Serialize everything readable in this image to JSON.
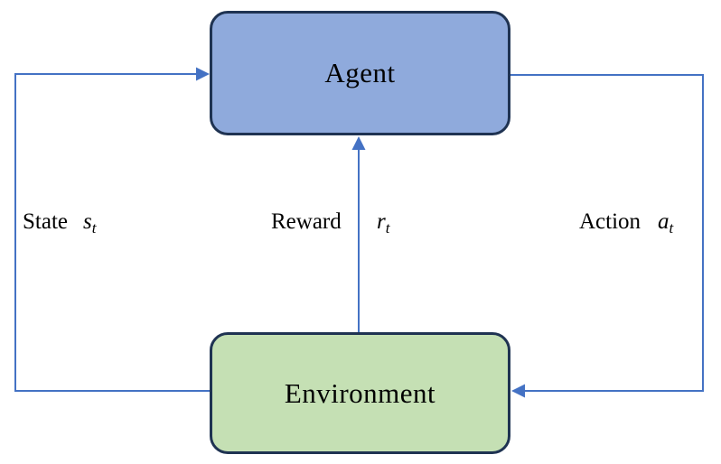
{
  "title": "Reinforcement learning loop diagram",
  "colors": {
    "background": "#FFFFFF",
    "agent_fill": "#8FAADC",
    "agent_border": "#1F3352",
    "environment_fill": "#C5E0B4",
    "environment_border": "#1F3352",
    "arrow": "#4472C4",
    "text": "#000000"
  },
  "boxes": {
    "agent": {
      "label": "Agent"
    },
    "environment": {
      "label": "Environment"
    }
  },
  "labels": {
    "state": {
      "word": "State",
      "symbol": "s",
      "subscript": "t"
    },
    "reward": {
      "word": "Reward",
      "symbol": "r",
      "subscript": "t"
    },
    "action": {
      "word": "Action",
      "symbol": "a",
      "subscript": "t"
    }
  },
  "arrows": [
    {
      "name": "state-arrow",
      "from": "Environment",
      "to": "Agent",
      "label": "State s_t"
    },
    {
      "name": "reward-arrow",
      "from": "Environment",
      "to": "Agent",
      "label": "Reward r_t"
    },
    {
      "name": "action-arrow",
      "from": "Agent",
      "to": "Environment",
      "label": "Action a_t"
    }
  ]
}
